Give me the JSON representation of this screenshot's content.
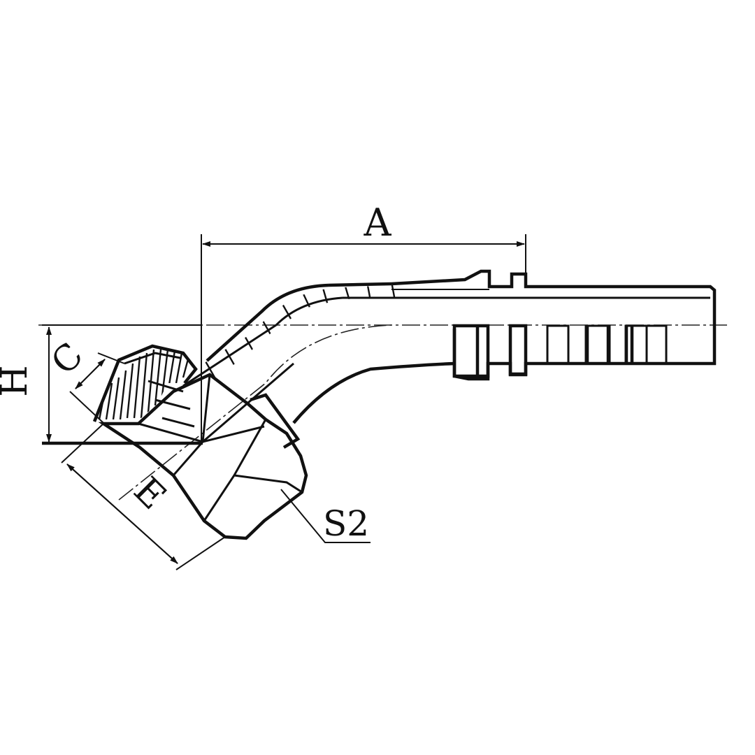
{
  "drawing": {
    "dimension_labels": {
      "a": "A",
      "h": "H",
      "c": "C",
      "e": "E",
      "s2": "S2"
    }
  }
}
